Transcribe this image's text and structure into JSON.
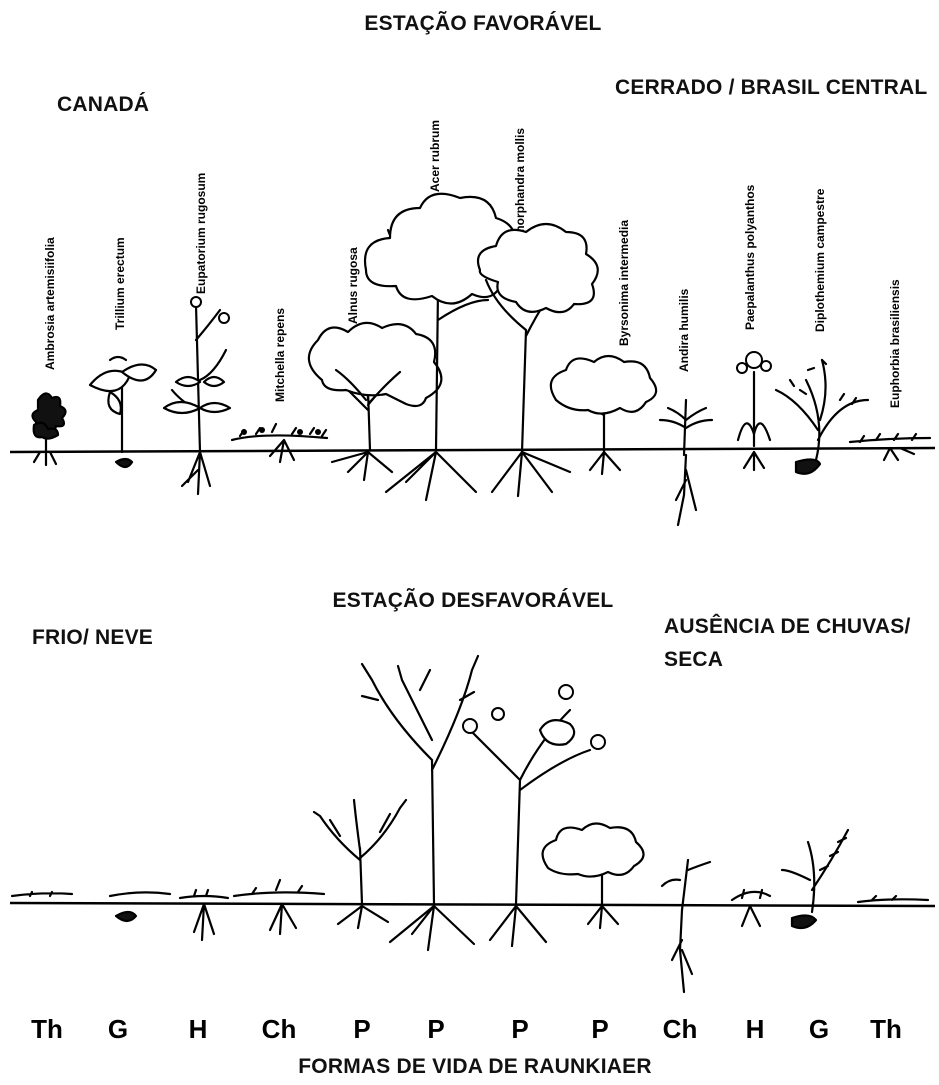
{
  "headers": {
    "favorable": "ESTAÇÃO FAVORÁVEL",
    "unfavorable": "ESTAÇÃO DESFAVORÁVEL",
    "canada": "CANADÁ",
    "cerrado": "CERRADO / BRASIL CENTRAL",
    "cold": "FRIO/ NEVE",
    "dry_line1": "AUSÊNCIA DE CHUVAS/",
    "dry_line2": "SECA",
    "footer": "FORMAS DE VIDA DE RAUNKIAER"
  },
  "species": [
    "Ambrosia artemisiifolia",
    "Trillium erectum",
    "Eupatorium rugosum",
    "Mitchella repens",
    "Alnus rugosa",
    "Acer rubrum",
    "Dimorphandra mollis",
    "Byrsonima intermedia",
    "Andira humilis",
    "Paepalanthus polyanthos",
    "Diplothemium campestre",
    "Euphorbia brasiliensis"
  ],
  "life_forms": [
    "Th",
    "G",
    "H",
    "Ch",
    "P",
    "P",
    "P",
    "P",
    "Ch",
    "H",
    "G",
    "Th"
  ]
}
